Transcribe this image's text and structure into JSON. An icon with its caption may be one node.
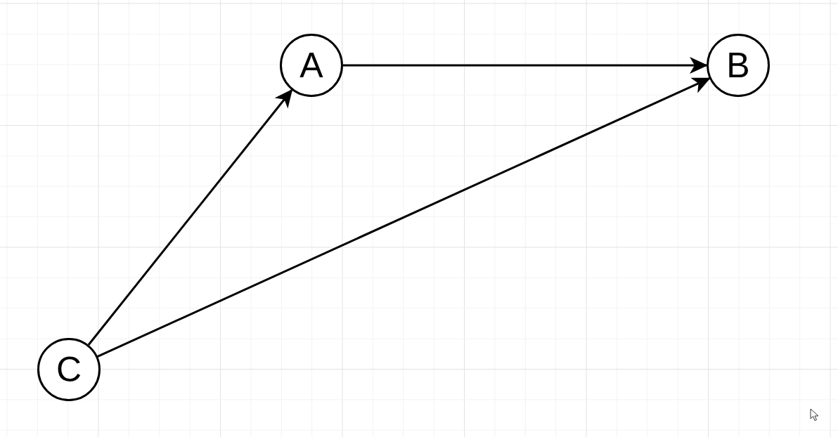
{
  "diagram": {
    "nodes": [
      {
        "text": [
          "A"
        ]
      },
      {
        "text": [
          "B"
        ]
      },
      {
        "text": [
          "C"
        ]
      }
    ],
    "edges": [
      {
        "from": 0,
        "to": 1,
        "arrow": "to"
      },
      {
        "from": 2,
        "to": 0,
        "arrow": "to"
      },
      {
        "from": 2,
        "to": 1,
        "arrow": "to"
      }
    ]
  }
}
